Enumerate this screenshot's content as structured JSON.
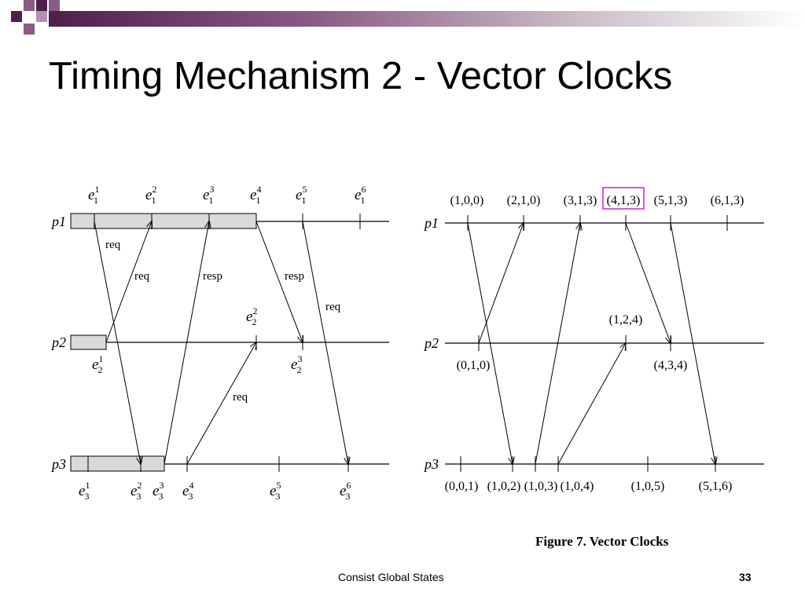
{
  "slide": {
    "title": "Timing Mechanism 2 - Vector Clocks",
    "footer": "Consist Global States",
    "page_number": "33"
  },
  "left_diagram": {
    "process_labels": [
      "p1",
      "p2",
      "p3"
    ],
    "p1_events": [
      "e1^1",
      "e1^2",
      "e1^3",
      "e1^4",
      "e1^5",
      "e1^6"
    ],
    "p2_events": [
      "e2^1",
      "e2^2",
      "e2^3"
    ],
    "p3_events": [
      "e3^1",
      "e3^2",
      "e3^3",
      "e3^4",
      "e3^5",
      "e3^6"
    ],
    "messages": [
      "req",
      "req",
      "resp",
      "resp",
      "req",
      "req"
    ]
  },
  "right_diagram": {
    "process_labels": [
      "p1",
      "p2",
      "p3"
    ],
    "p1_clocks": [
      "(1,0,0)",
      "(2,1,0)",
      "(3,1,3)",
      "(4,1,3)",
      "(5,1,3)",
      "(6,1,3)"
    ],
    "p2_clocks": [
      "(0,1,0)",
      "(1,2,4)",
      "(4,3,4)"
    ],
    "p3_clocks": [
      "(0,0,1)",
      "(1,0,2)",
      "(1,0,3)",
      "(1,0,4)",
      "(1,0,5)",
      "(5,1,6)"
    ],
    "highlight_color": "#cc33cc",
    "caption": "Figure 7. Vector Clocks"
  },
  "colors": {
    "accent_dark": "#4d1f4a",
    "accent_mid": "#8a5c85",
    "box_fill": "#d9d9d9"
  }
}
